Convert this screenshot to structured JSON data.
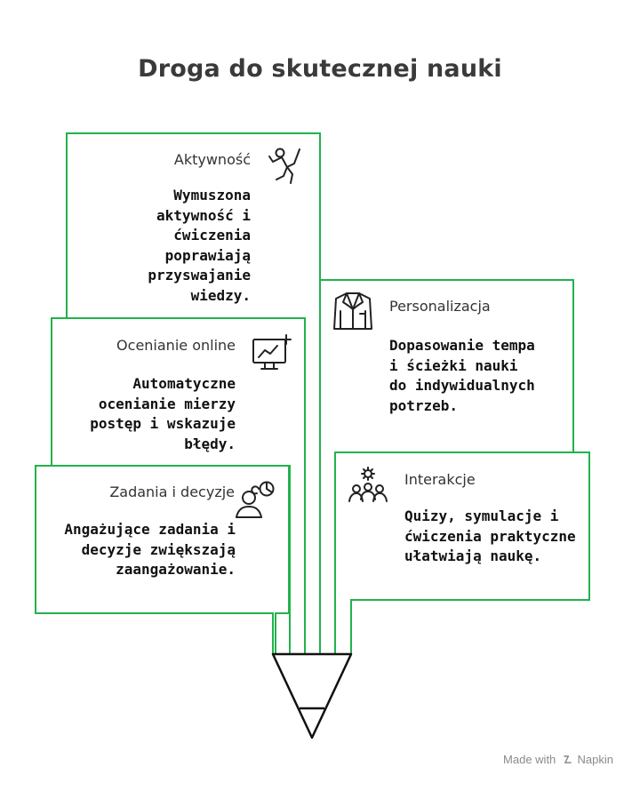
{
  "title": "Droga do skutecznej nauki",
  "cards": {
    "aktywnosc": {
      "title": "Aktywność",
      "text": "Wymuszona aktywność i ćwiczenia poprawiają przyswajanie wiedzy.",
      "icon": "person-climbing-icon"
    },
    "ocenianie": {
      "title": "Ocenianie online",
      "text": "Automatyczne ocenianie mierzy postęp i wskazuje błędy.",
      "icon": "monitor-chart-plus-icon"
    },
    "zadania": {
      "title": "Zadania i decyzje",
      "text": "Angażujące zadania i decyzje zwiększają zaangażowanie.",
      "icon": "person-thinking-icon"
    },
    "personalizacja": {
      "title": "Personalizacja",
      "text": "Dopasowanie tempa i ścieżki nauki do indywidualnych potrzeb.",
      "icon": "suit-jacket-icon"
    },
    "interakcje": {
      "title": "Interakcje",
      "text": "Quizy, symulacje i ćwiczenia praktyczne ułatwiają naukę.",
      "icon": "group-gear-icon"
    }
  },
  "footer": {
    "made_with": "Made with",
    "brand": "Napkin"
  },
  "colors": {
    "border": "#22b24c",
    "text": "#111111",
    "title": "#3a3a3a"
  }
}
